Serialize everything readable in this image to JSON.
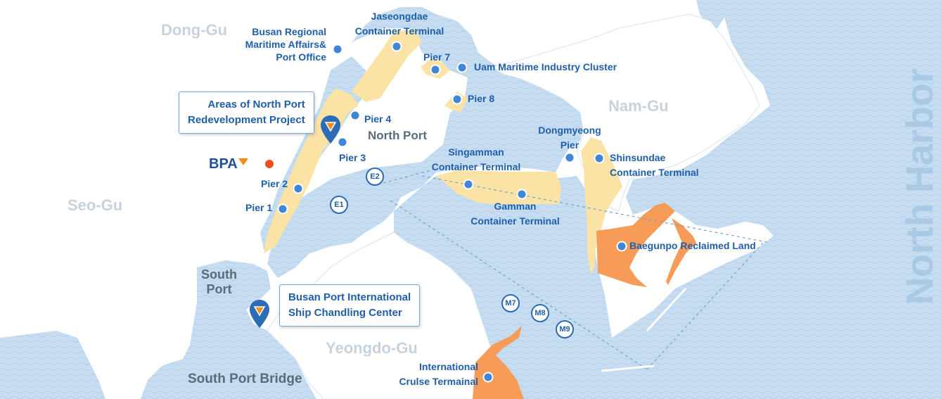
{
  "map": {
    "vertical_title": "North Harbor",
    "districts": {
      "dong_gu": "Dong-Gu",
      "seo_gu": "Seo-Gu",
      "nam_gu": "Nam-Gu",
      "yeongdo_gu": "Yeongdo-Gu"
    },
    "zones": {
      "north_port": "North Port",
      "south_port_line1": "South",
      "south_port_line2": "Port",
      "south_port_bridge": "South Port Bridge"
    },
    "logo": {
      "text": "BPA"
    },
    "callouts": {
      "redevelopment_line1": "Areas of North Port",
      "redevelopment_line2": "Redevelopment Project",
      "chandling_line1": "Busan Port International",
      "chandling_line2": "Ship Chandling Center"
    },
    "labels": {
      "maritime_office_line1": "Busan Regional",
      "maritime_office_line2": "Maritime Affairs&",
      "maritime_office_line3": "Port Office",
      "jaseongdae_line1": "Jaseongdae",
      "jaseongdae_line2": "Container Terminal",
      "pier7": "Pier 7",
      "uam_cluster": "Uam Maritime Industry Cluster",
      "pier8": "Pier 8",
      "pier4": "Pier 4",
      "pier3": "Pier 3",
      "pier2": "Pier 2",
      "pier1": "Pier 1",
      "singamman_line1": "Singamman",
      "singamman_line2": "Container Terminal",
      "gamman_line1": "Gamman",
      "gamman_line2": "Container Terminal",
      "dongmyeong_line1": "Dongmyeong",
      "dongmyeong_line2": "Pier",
      "shinsundae_line1": "Shinsundae",
      "shinsundae_line2": "Container Terminal",
      "baegunpo": "Baegunpo Reclaimed Land",
      "cruise_line1": "International",
      "cruise_line2": "Crulse Termainal"
    },
    "berths": {
      "e1": "E1",
      "e2": "E2",
      "m7": "M7",
      "m8": "M8",
      "m9": "M9"
    },
    "colors": {
      "water": "#c9def2",
      "redevelopment_area": "#fbe3a6",
      "reclaimed_land": "#f79b58",
      "marker": "#3f86d6",
      "label_text": "#1f5faa",
      "district_text": "#c8d2dc",
      "logo_dot": "#ef4e1f"
    }
  }
}
